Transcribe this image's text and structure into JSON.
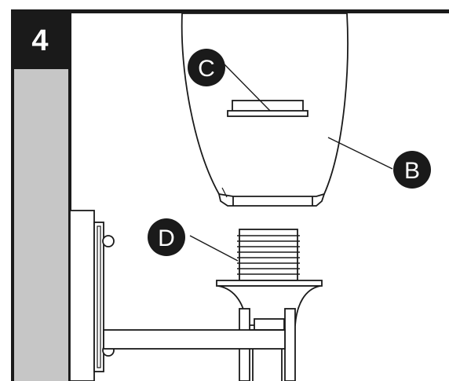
{
  "step": {
    "number": "4"
  },
  "callouts": {
    "b": "B",
    "c": "C",
    "d": "D"
  },
  "colors": {
    "ink": "#1a1a1a",
    "step_bg": "#1a1a1a",
    "step_text": "#ffffff",
    "wall_gray": "#c6c6c6",
    "paper": "#ffffff",
    "callout_bg": "#1a1a1a",
    "callout_text": "#ffffff"
  }
}
